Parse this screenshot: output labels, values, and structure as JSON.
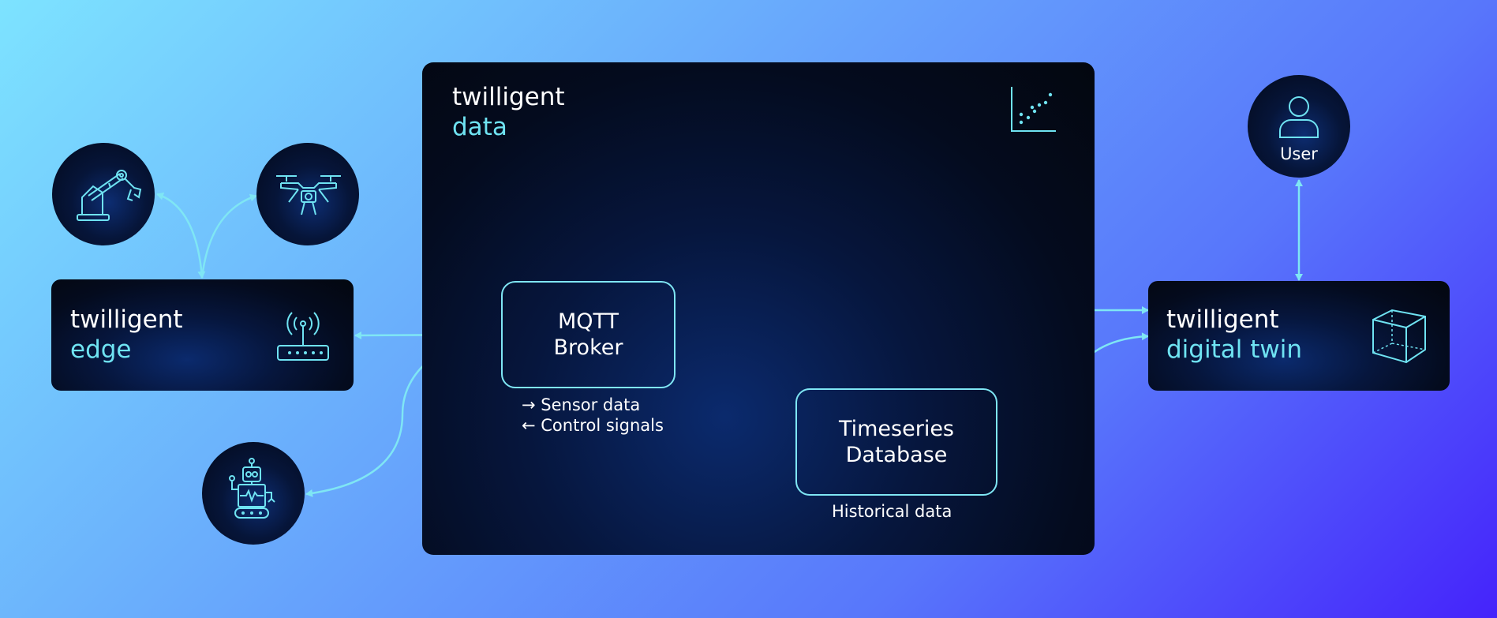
{
  "data_panel": {
    "line1": "twilligent",
    "line2": "data",
    "icon": "scatter-chart-icon"
  },
  "edge_panel": {
    "line1": "twilligent",
    "line2": "edge",
    "icon": "router-icon"
  },
  "twin_panel": {
    "line1": "twilligent",
    "line2": "digital twin",
    "icon": "cube-icon"
  },
  "mqtt_node": {
    "line1": "MQTT",
    "line2": "Broker"
  },
  "mqtt_caption": {
    "line1": "→ Sensor data",
    "line2": "← Control signals"
  },
  "db_node": {
    "line1": "Timeseries",
    "line2": "Database"
  },
  "db_caption": "Historical data",
  "user_node": {
    "label": "User",
    "icon": "user-icon"
  },
  "devices": [
    {
      "icon": "robot-arm-icon"
    },
    {
      "icon": "drone-icon"
    },
    {
      "icon": "robot-icon"
    }
  ],
  "colors": {
    "accent": "#6fe3f2",
    "stroke": "#7fe6f4",
    "panel": "#040b1e"
  }
}
